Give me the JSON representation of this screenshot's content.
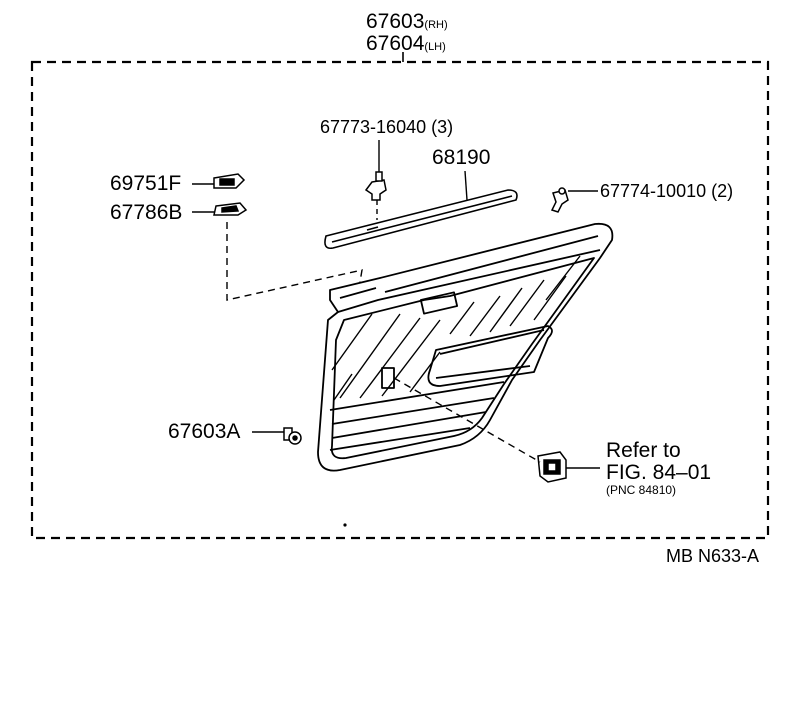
{
  "header": {
    "part_rh": "67603",
    "part_rh_suffix": "(RH)",
    "part_lh": "67604",
    "part_lh_suffix": "(LH)"
  },
  "labels": {
    "clip_top": "67773-16040 (3)",
    "weatherstrip": "68190",
    "clip_right": "67774-10010 (2)",
    "knob": "69751F",
    "bezel": "67786B",
    "screw": "67603A"
  },
  "refer": {
    "line1": "Refer to",
    "line2": "FIG. 84–01",
    "line3": "(PNC 84810)"
  },
  "footer": {
    "code": "MB  N633-A"
  }
}
